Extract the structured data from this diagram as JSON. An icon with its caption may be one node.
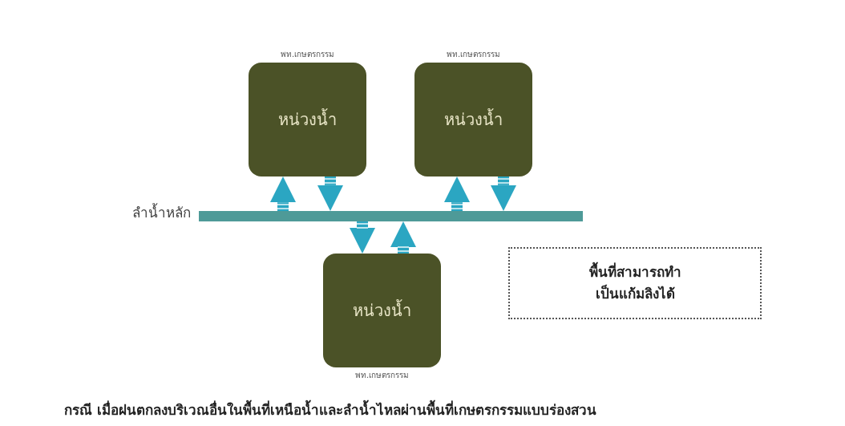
{
  "diagram": {
    "caption": "กรณี เมื่อฝนตกลงบริเวณอื่นในพื้นที่เหนือน้ำและลำน้ำไหลผ่านพื้นที่เกษตรกรรมแบบร่องสวน",
    "nodes": [
      {
        "text": [
          "หน่วงน้ำ"
        ],
        "beside": [
          "พท.เกษตรกรรม"
        ]
      },
      {
        "text": [
          "หน่วงน้ำ"
        ],
        "beside": [
          "พท.เกษตรกรรม"
        ]
      },
      {
        "text": [],
        "shape": "bar",
        "beside": [
          "ลำน้ำหลัก"
        ]
      },
      {
        "text": [
          "หน่วงน้ำ"
        ],
        "beside": [
          "พท.เกษตรกรรม"
        ]
      },
      {
        "text": [
          "พื้นที่สามารถทำเป็นแก้มลิงได้"
        ]
      }
    ],
    "edges": [
      {
        "from": 2,
        "to": 0,
        "arrow": "to"
      },
      {
        "from": 0,
        "to": 2,
        "arrow": "to"
      },
      {
        "from": 2,
        "to": 1,
        "arrow": "to"
      },
      {
        "from": 1,
        "to": 2,
        "arrow": "to"
      },
      {
        "from": 2,
        "to": 3,
        "arrow": "to"
      },
      {
        "from": 3,
        "to": 2,
        "arrow": "to"
      }
    ]
  }
}
